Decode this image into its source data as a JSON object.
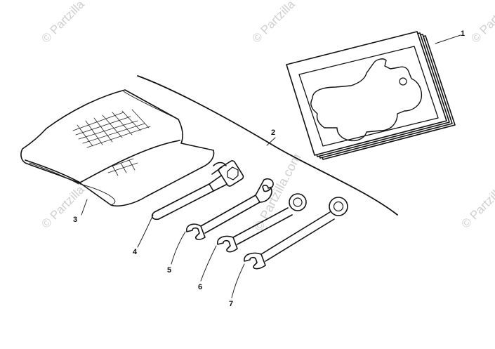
{
  "watermark": {
    "text": "© Partzilla",
    "center_text": "© Partzilla.com"
  },
  "callouts": [
    {
      "id": "1",
      "part": "manual"
    },
    {
      "id": "2",
      "part": "tool-kit-line"
    },
    {
      "id": "3",
      "part": "tool-pouch"
    },
    {
      "id": "4",
      "part": "screwdriver-spark-plug-wrench"
    },
    {
      "id": "5",
      "part": "wrench-small"
    },
    {
      "id": "6",
      "part": "wrench-medium"
    },
    {
      "id": "7",
      "part": "wrench-large"
    }
  ],
  "colors": {
    "ink": "#111111",
    "watermark": "#d0d0d0",
    "background": "#ffffff"
  }
}
